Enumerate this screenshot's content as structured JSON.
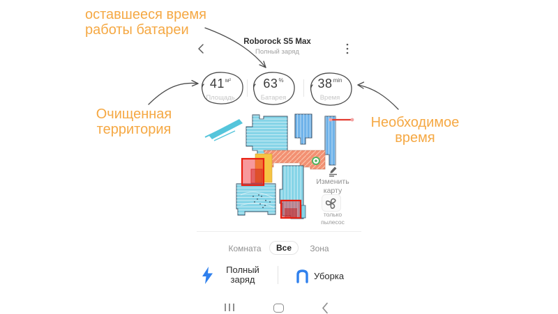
{
  "annotations": {
    "battery": {
      "line1": "оставшееся время",
      "line2": "работы батареи"
    },
    "area": {
      "line1": "Очищенная",
      "line2": "территория"
    },
    "time": {
      "line1": "Необходимое",
      "line2": "время"
    }
  },
  "header": {
    "title": "Roborock S5 Max",
    "subtitle": "Полный заряд"
  },
  "stats": {
    "area": {
      "value": "41",
      "unit": "м²",
      "label": "Площадь"
    },
    "battery": {
      "value": "63",
      "unit": "%",
      "label": "Батарея"
    },
    "time": {
      "value": "38",
      "unit": "min",
      "label": "Время"
    }
  },
  "map_controls": {
    "edit_map": {
      "line1": "Изменить",
      "line2": "карту"
    },
    "vacuum_only": {
      "line1": "только",
      "line2": "пылесос"
    }
  },
  "tabs": [
    {
      "label": "Комната",
      "active": false
    },
    {
      "label": "Все",
      "active": true
    },
    {
      "label": "Зона",
      "active": false
    }
  ],
  "actions": {
    "charge": {
      "line1": "Полный",
      "line2": "заряд"
    },
    "clean": {
      "label": "Уборка"
    }
  },
  "icons": {
    "back": "chevron-left",
    "menu": "kebab-vertical-dots",
    "edit_map": "pen-over-lines",
    "vacuum_fan": "fan-swirl",
    "dock": "green-charger-dot",
    "charge": "lightning-bolt",
    "clean": "route-n-shape",
    "nav_recents": "three-vertical-bars",
    "nav_home": "rounded-square",
    "nav_back": "chevron-left"
  },
  "colors": {
    "annotation_orange": "#F5A843",
    "arrow_gray": "#4A4A4A",
    "action_blue": "#2F80ED",
    "map_cyan": "#85D4E7",
    "map_blue": "#6FB2E9",
    "map_salmon": "#F29072",
    "map_yellow": "#F6C443",
    "map_red_border": "#E81E10",
    "dock_green": "#53B560"
  }
}
